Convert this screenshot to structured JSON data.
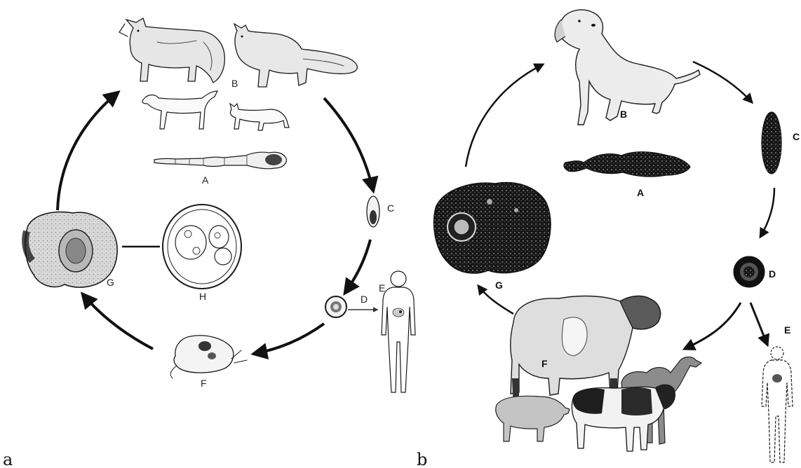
{
  "panels": [
    {
      "letter": "a",
      "labels": {
        "A": "A",
        "B": "B",
        "C": "C",
        "D": "D",
        "E": "E",
        "F": "F",
        "G": "G",
        "H": "H"
      }
    },
    {
      "letter": "b",
      "labels": {
        "A": "A",
        "B": "B",
        "C": "C",
        "D": "D",
        "E": "E",
        "F": "F",
        "G": "G"
      }
    }
  ]
}
